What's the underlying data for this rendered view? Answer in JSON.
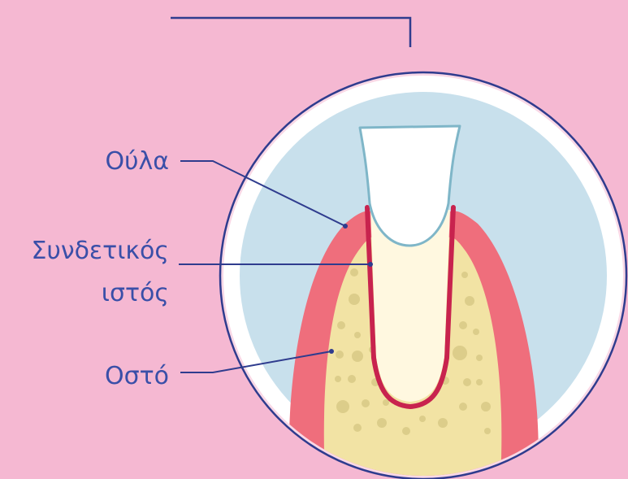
{
  "labels": {
    "gums": "Ούλα",
    "connective_tissue_line1": "Συνδετικός",
    "connective_tissue_line2": "ιστός",
    "bone": "Οστό"
  },
  "colors": {
    "background": "#f5b8d2",
    "circle_fill": "#c8e0ec",
    "leader_line": "#2f3c8e",
    "label_text": "#3a4fa8",
    "gum": "#ef6e7c",
    "bone": "#f2e3a4",
    "bone_dots": "#dccd8a",
    "tooth": "#fff8e0",
    "tooth_crown": "#ffffff",
    "crown_outline": "#7fb6c8",
    "ligament": "#c8234e"
  }
}
